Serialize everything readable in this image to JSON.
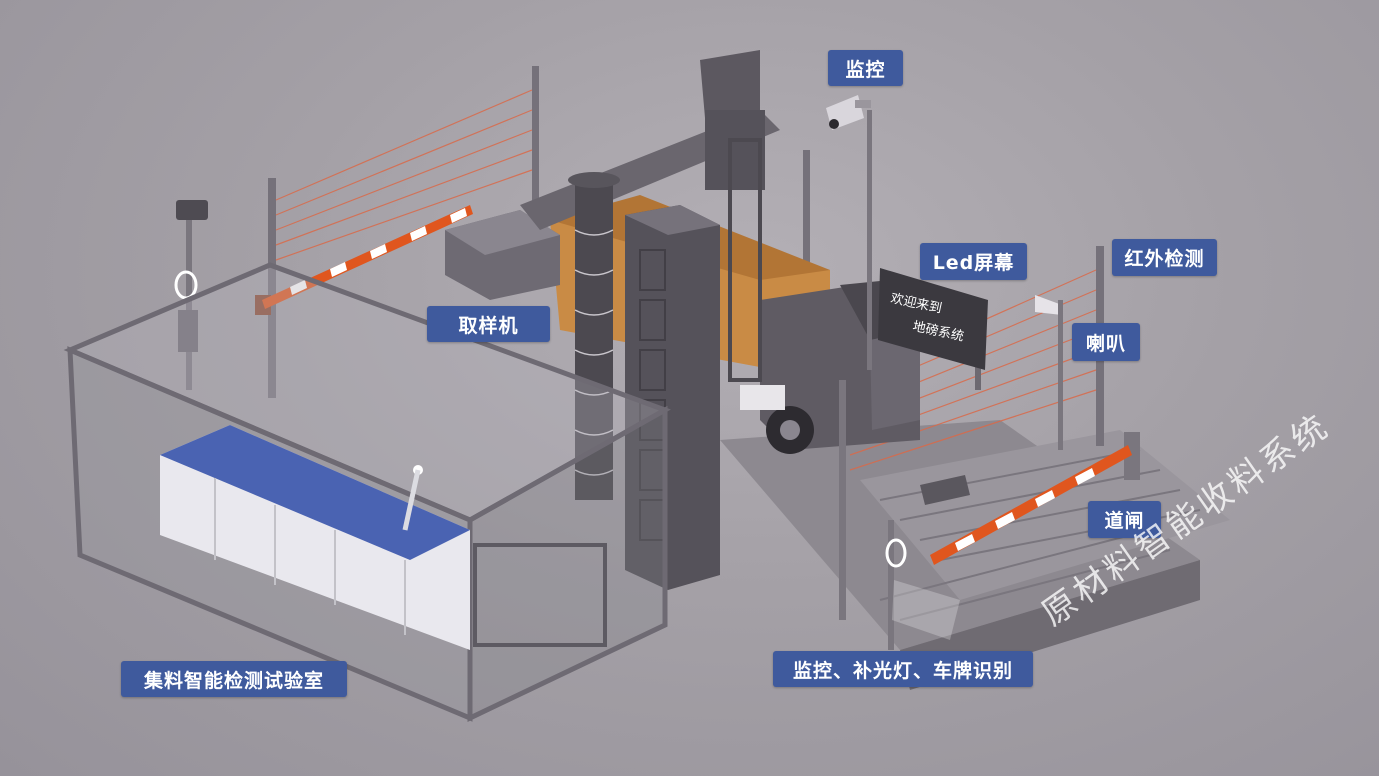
{
  "labels": {
    "monitor_top": "监控",
    "led_screen": "Led屏幕",
    "infrared": "红外检测",
    "speaker": "喇叭",
    "sampler": "取样机",
    "barrier": "道闸",
    "lab": "集料智能检测试验室",
    "monitor_bottom": "监控、补光灯、车牌识别"
  },
  "led_text": [
    "欢迎来到",
    "地磅系统"
  ],
  "watermark": "原材料智能收料系统",
  "colors": {
    "background": "#a19da3",
    "label_bg": "#3f5a9d",
    "label_text": "#ffffff",
    "barrier_orange": "#e0561e",
    "infrared_beam": "#d96a4a",
    "truck_body": "#c98b45"
  }
}
